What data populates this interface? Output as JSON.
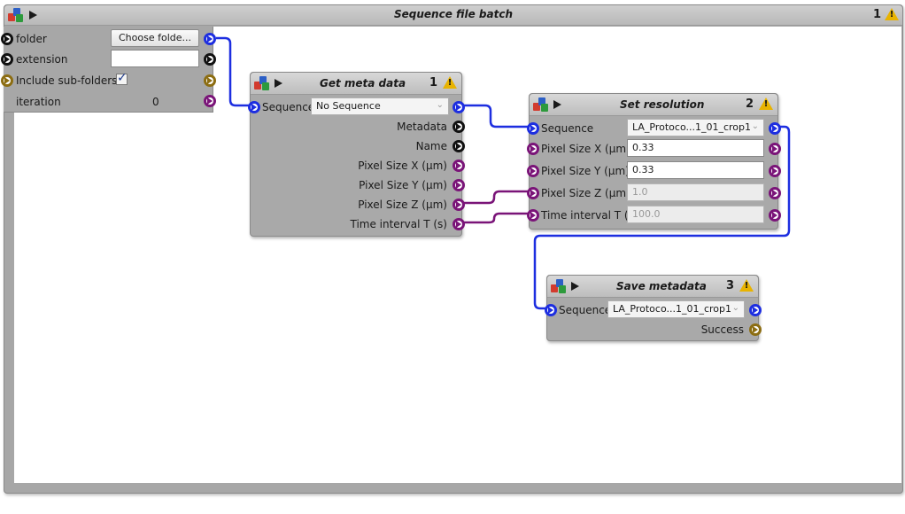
{
  "window": {
    "title": "Sequence file batch",
    "index": "1"
  },
  "batch": {
    "folder_label": "folder",
    "choose_button": "Choose folde...",
    "extension_label": "extension",
    "extension_value": "",
    "subfolders_label": "Include sub-folders",
    "subfolders_checked": true,
    "iteration_label": "iteration",
    "iteration_value": "0"
  },
  "get_meta": {
    "title": "Get meta data",
    "index": "1",
    "sequence_label": "Sequence",
    "sequence_value": "No Sequence",
    "outputs": [
      "Metadata",
      "Name",
      "Pixel Size X (µm)",
      "Pixel Size Y (µm)",
      "Pixel Size Z (µm)",
      "Time interval T (s)"
    ]
  },
  "set_res": {
    "title": "Set resolution",
    "index": "2",
    "sequence_label": "Sequence",
    "sequence_value": "LA_Protoco...1_01_crop1",
    "psx_label": "Pixel Size X (µm)",
    "psx_value": "0.33",
    "psy_label": "Pixel Size Y (µm)",
    "psy_value": "0.33",
    "psz_label": "Pixel Size Z (µm)",
    "psz_value": "1.0",
    "ti_label": "Time interval T (s)",
    "ti_value": "100.0"
  },
  "save_meta": {
    "title": "Save metadata",
    "index": "3",
    "sequence_label": "Sequence",
    "sequence_value": "LA_Protoco...1_01_crop1",
    "success_label": "Success"
  },
  "icons": {
    "blocks": "blocks-icon",
    "play": "play-icon",
    "warning": "warning-icon",
    "port": "port-arrow-icon",
    "chevron": "chevron-down-icon",
    "check": "checkmark-icon"
  },
  "colors": {
    "link_blue": "#1d2ee0",
    "link_purple": "#7a1478",
    "port_gold": "#8c6d12",
    "warning": "#e8b300",
    "block_body": "#a9a9a9"
  }
}
